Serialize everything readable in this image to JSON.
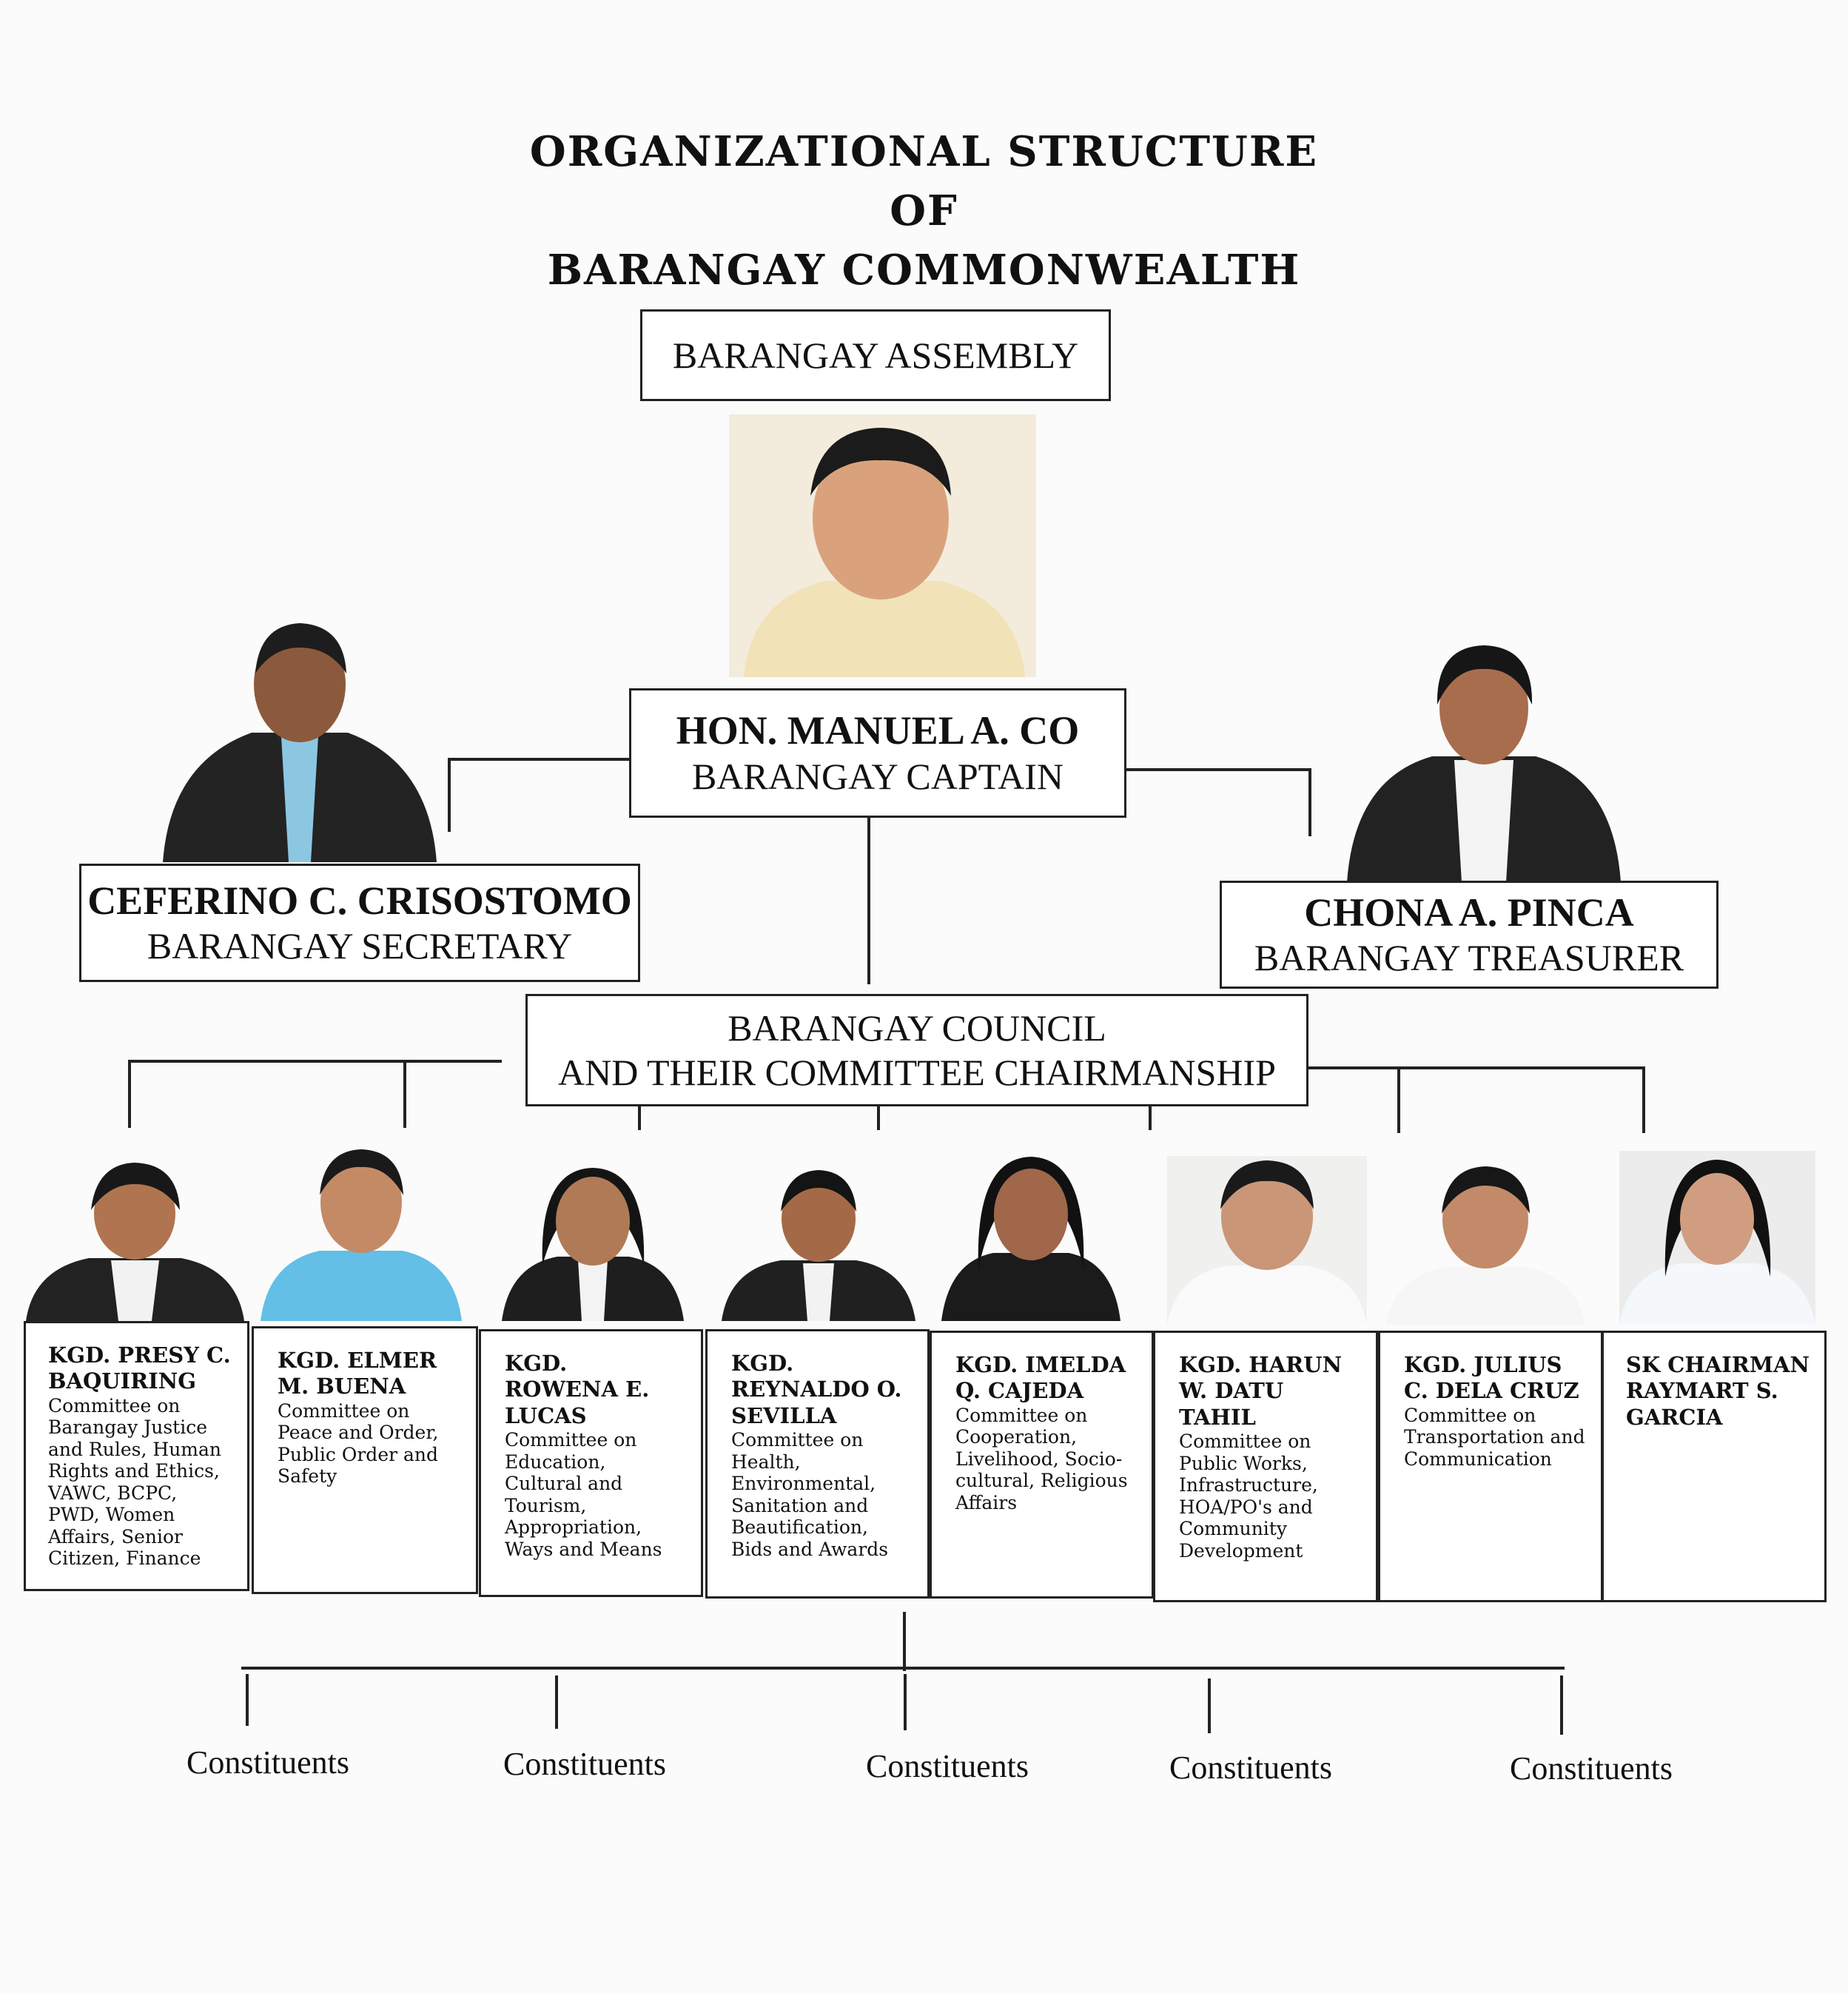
{
  "title": {
    "line1": "ORGANIZATIONAL STRUCTURE",
    "line2": "OF",
    "line3": "BARANGAY COMMONWEALTH"
  },
  "assembly": "BARANGAY ASSEMBLY",
  "captain": {
    "name": "HON. MANUEL A. CO",
    "role": "BARANGAY CAPTAIN"
  },
  "secretary": {
    "name": "CEFERINO C. CRISOSTOMO",
    "role": "BARANGAY SECRETARY"
  },
  "treasurer": {
    "name": "CHONA A. PINCA",
    "role": "BARANGAY TREASURER"
  },
  "council": {
    "line1": "BARANGAY COUNCIL",
    "line2": "AND THEIR COMMITTEE CHAIRMANSHIP",
    "members": [
      {
        "name": "KGD. PRESY C. BAQUIRING",
        "committee": "Committee on Barangay Justice and Rules, Human Rights and Ethics, VAWC, BCPC, PWD, Women Affairs, Senior Citizen, Finance"
      },
      {
        "name": "KGD. ELMER M. BUENA",
        "committee": "Committee on Peace and Order, Public Order and Safety"
      },
      {
        "name": "KGD. ROWENA E. LUCAS",
        "committee": "Committee on Education, Cultural and Tourism, Appropriation, Ways and Means"
      },
      {
        "name": "KGD. REYNALDO O. SEVILLA",
        "committee": "Committee on Health, Environmental, Sanitation and Beautification, Bids and Awards"
      },
      {
        "name": "KGD. IMELDA Q. CAJEDA",
        "committee": "Committee on Cooperation, Livelihood, Socio-cultural, Religious Affairs"
      },
      {
        "name": "KGD. HARUN W. DATU TAHIL",
        "committee": "Committee on Public Works, Infrastructure, HOA/PO's and Community Development"
      },
      {
        "name": "KGD. JULIUS C. DELA CRUZ",
        "committee": "Committee on Transportation and Communication"
      },
      {
        "name": "SK CHAIRMAN RAYMART S. GARCIA",
        "committee": ""
      }
    ]
  },
  "constituents": [
    "Constituents",
    "Constituents",
    "Constituents",
    "Constituents",
    "Constituents"
  ]
}
